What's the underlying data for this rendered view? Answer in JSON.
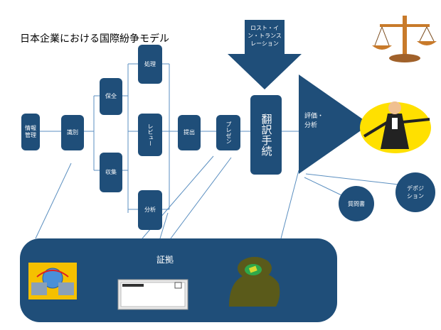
{
  "title": "日本企業における国際紛争モデル",
  "nodes": {
    "info_mgmt": "情報\n管理",
    "identify": "識別",
    "preserve": "保全",
    "collect": "収集",
    "process": "処理",
    "review": "レビュー",
    "analyze": "分析",
    "produce": "提出",
    "presentation": "プレゼン",
    "translation": "翻訳手続",
    "evaluation": "評価・\n分析",
    "lost_in_translation": "ロスト・イ\nン・トランス\nレーション",
    "questionnaire": "質問書",
    "deposition": "デポジ\nション",
    "evidence": "証拠"
  },
  "colors": {
    "box": "#1f4e79",
    "line": "#5b8fc0",
    "text": "#ffffff"
  },
  "icons": [
    "scales-icon",
    "lawyer-icon",
    "network-computers-icon",
    "document-window-icon",
    "thinking-head-icon"
  ]
}
